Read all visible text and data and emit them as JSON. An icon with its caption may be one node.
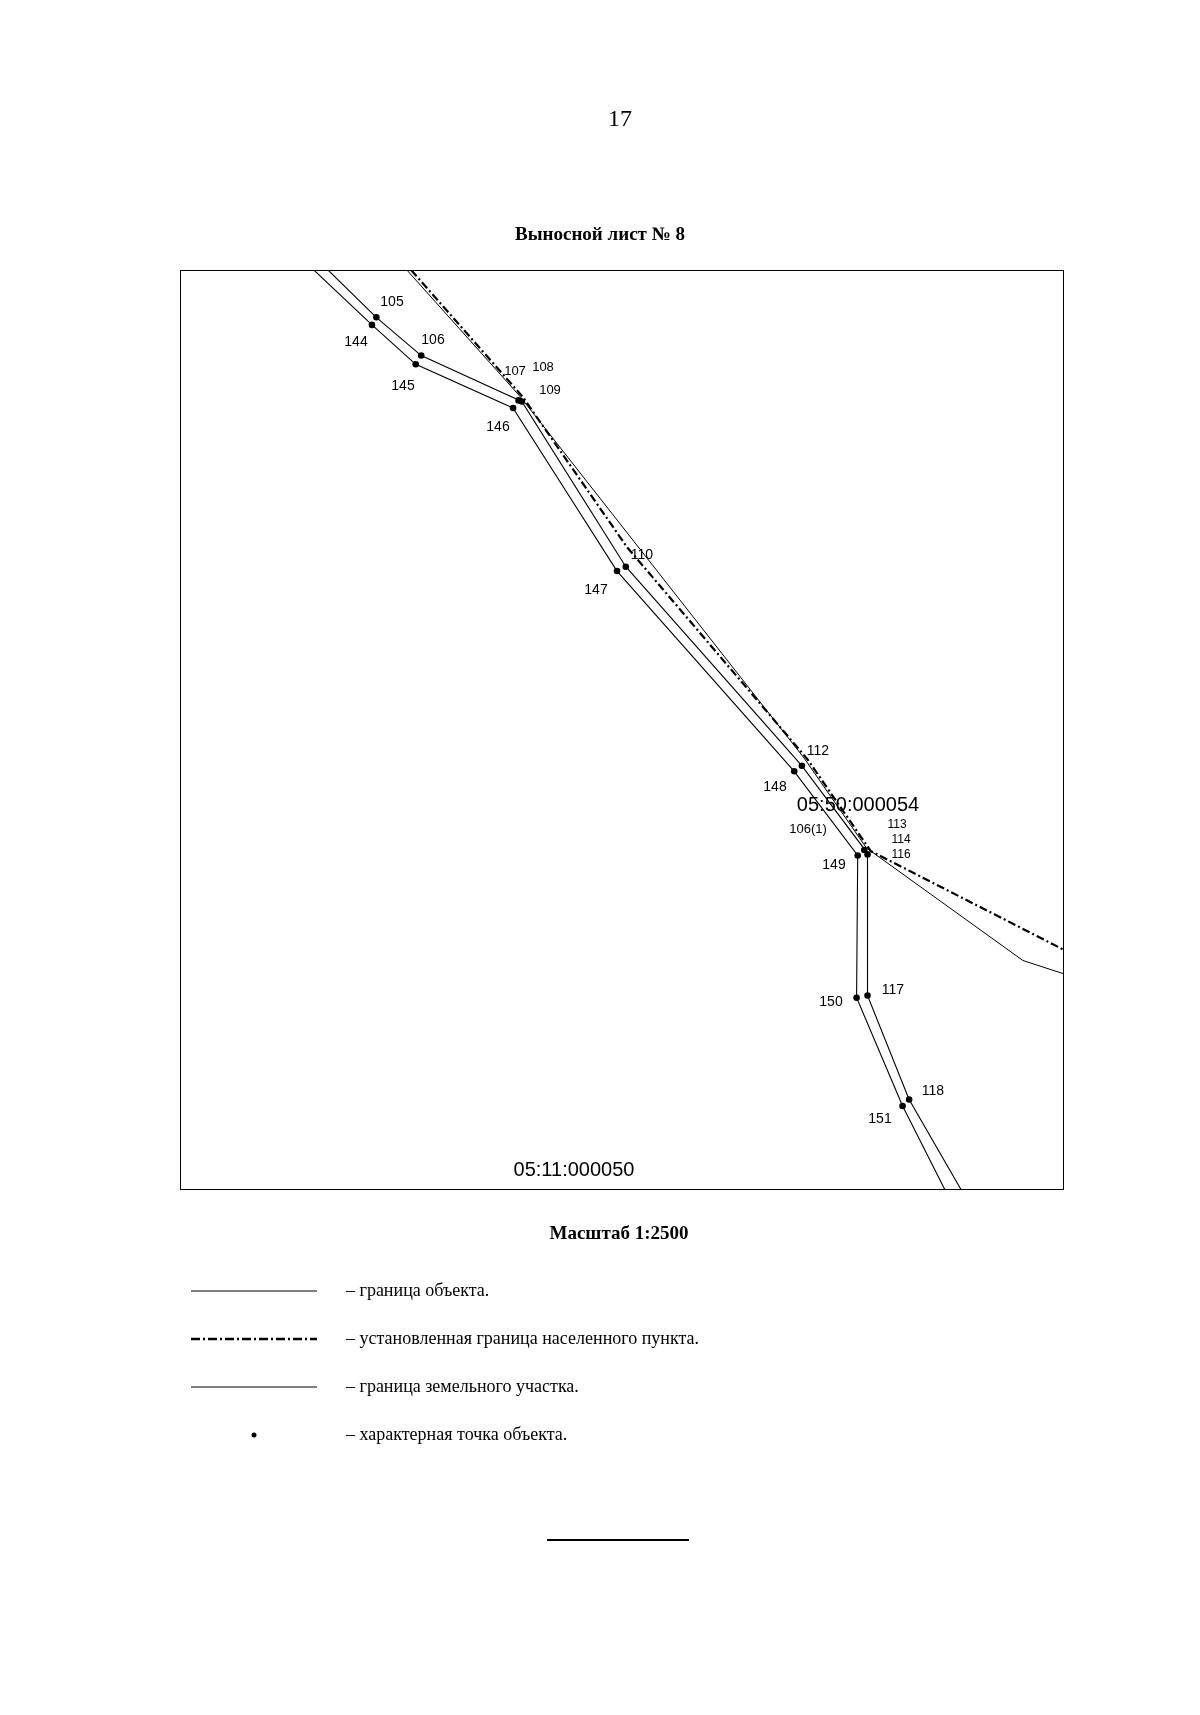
{
  "diagram": {
    "title": "Выносной лист № 8",
    "labels": [
      "17",
      "105",
      "144",
      "106",
      "145",
      "107",
      "108",
      "109",
      "146",
      "110",
      "147",
      "112",
      "148",
      "05:50:000054",
      "106(1)",
      "113",
      "114",
      "116",
      "149",
      "150",
      "117",
      "118",
      "151",
      "05:11:000050",
      "Масштаб 1:2500"
    ],
    "legend": [
      {
        "text": "– граница объекта."
      },
      {
        "text": "– установленная граница населенного пункта."
      },
      {
        "text": "– граница земельного участка."
      },
      {
        "text": "– характерная точка объекта."
      }
    ]
  }
}
